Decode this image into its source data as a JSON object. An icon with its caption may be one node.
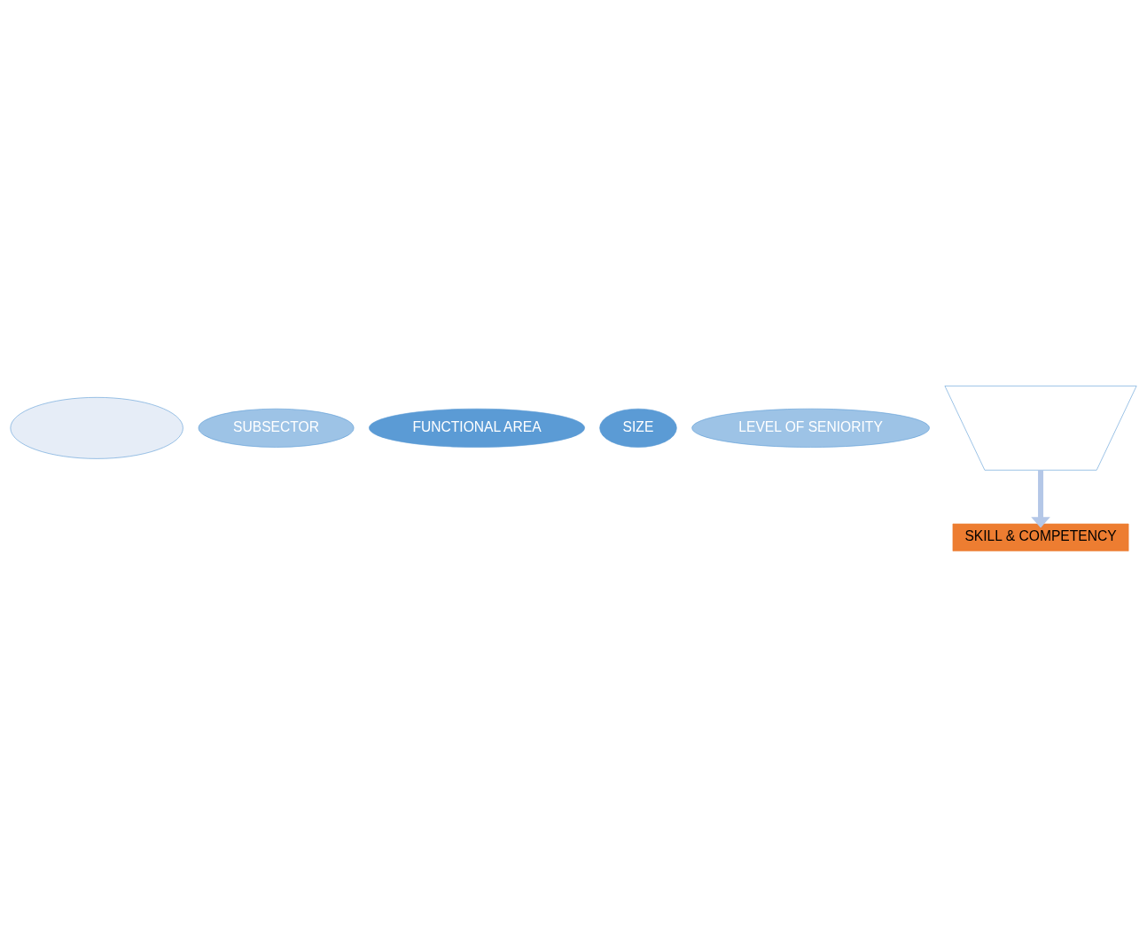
{
  "diagram": {
    "nodes": [
      {
        "text": [],
        "shape": "ellipse"
      },
      {
        "text": [
          "SUBSECTOR"
        ]
      },
      {
        "text": [
          "FUNCTIONAL AREA"
        ]
      },
      {
        "text": [
          "SIZE"
        ]
      },
      {
        "text": [
          "LEVEL OF SENIORITY"
        ]
      },
      {
        "text": [],
        "shape": "funnel"
      },
      {
        "text": [
          "SKILL & COMPETENCY"
        ]
      }
    ],
    "edges": [
      {
        "from": 5,
        "to": 6,
        "arrow": "to",
        "color": "#b4c7e7"
      }
    ]
  }
}
